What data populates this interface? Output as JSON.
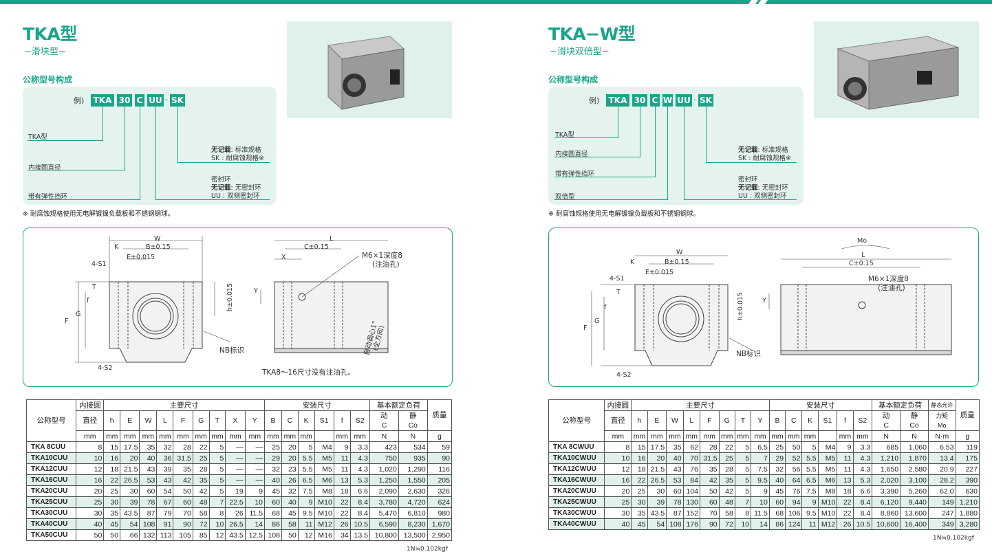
{
  "left": {
    "title": "TKA型",
    "subtitle": "−滑块型−",
    "section": "公称型号构成",
    "example_prefix": "例)",
    "chips": [
      "TKA",
      "30",
      "C",
      "UU",
      "SK"
    ],
    "labels": [
      "TKA型",
      "内接圆直径",
      "带有弹性挡环"
    ],
    "right_notes": {
      "n1a": "无记载",
      "n1b": ": 标准规格",
      "n2": "SK : 耐腐蚀规格※",
      "n3": "密封环",
      "n4a": "无记载",
      "n4b": ": 无密封环",
      "n5": "UU : 双侧密封环"
    },
    "footnote": "※ 耐腐蚀规格使用无电解镀镍负载板和不锈钢钢球。",
    "drawing": {
      "W": "W",
      "B": "B±0.15",
      "K": "K",
      "E": "E±0.015",
      "S1": "4-S1",
      "T": "T",
      "f": "f",
      "F": "F",
      "G": "G",
      "h": "h±0.015",
      "S2": "4-S2",
      "NB": "NB标识",
      "L": "L",
      "C": "C±0.15",
      "X": "X",
      "Y": "Y",
      "oil": "M6×1深度8",
      "oil2": "(注油孔)",
      "align": "自动调心1°",
      "align2": "(全方向)",
      "caption": "TKA8～16尺寸没有注油孔。"
    },
    "table": {
      "h_model": "公称型号",
      "h_bore": "内接圆",
      "h_bore2": "直径",
      "h_main": "主要尺寸",
      "h_mount": "安装尺寸",
      "h_load": "基本额定负荷",
      "h_dyn": "动",
      "h_static": "静",
      "h_mass": "质量",
      "cols_main": [
        "h",
        "E",
        "W",
        "L",
        "F",
        "G",
        "T",
        "X",
        "Y"
      ],
      "cols_mount": [
        "B",
        "C",
        "K",
        "S1",
        "f",
        "S2"
      ],
      "dyn_sym": "C",
      "static_sym": "Co",
      "units": [
        "mm",
        "mm",
        "mm",
        "mm",
        "mm",
        "mm",
        "mm",
        "mm",
        "mm",
        "mm",
        "mm",
        "mm",
        "mm",
        "",
        "mm",
        "mm",
        "N",
        "N",
        "g"
      ],
      "rows": [
        [
          "TKA  8CUU",
          "8",
          "15",
          "17.5",
          "35",
          "32",
          "28",
          "22",
          "5",
          "—",
          "—",
          "25",
          "20",
          "5",
          "M4",
          "9",
          "3.3",
          "423",
          "534",
          "59"
        ],
        [
          "TKA10CUU",
          "10",
          "16",
          "20",
          "40",
          "36",
          "31.5",
          "25",
          "5",
          "—",
          "—",
          "29",
          "20",
          "5.5",
          "M5",
          "11",
          "4.3",
          "750",
          "935",
          "90"
        ],
        [
          "TKA12CUU",
          "12",
          "18",
          "21.5",
          "43",
          "39",
          "35",
          "28",
          "5",
          "—",
          "—",
          "32",
          "23",
          "5.5",
          "M5",
          "11",
          "4.3",
          "1,020",
          "1,290",
          "116"
        ],
        [
          "TKA16CUU",
          "16",
          "22",
          "26.5",
          "53",
          "43",
          "42",
          "35",
          "5",
          "—",
          "—",
          "40",
          "26",
          "6.5",
          "M6",
          "13",
          "5.3",
          "1,250",
          "1,550",
          "205"
        ],
        [
          "TKA20CUU",
          "20",
          "25",
          "30",
          "60",
          "54",
          "50",
          "42",
          "5",
          "19",
          "9",
          "45",
          "32",
          "7.5",
          "M8",
          "18",
          "6.6",
          "2,090",
          "2,630",
          "326"
        ],
        [
          "TKA25CUU",
          "25",
          "30",
          "39",
          "78",
          "67",
          "60",
          "48",
          "7",
          "22.5",
          "10",
          "60",
          "40",
          "9",
          "M10",
          "22",
          "8.4",
          "3,780",
          "4,720",
          "624"
        ],
        [
          "TKA30CUU",
          "30",
          "35",
          "43.5",
          "87",
          "79",
          "70",
          "58",
          "8",
          "26",
          "11.5",
          "68",
          "45",
          "9.5",
          "M10",
          "22",
          "8.4",
          "5,470",
          "6,810",
          "980"
        ],
        [
          "TKA40CUU",
          "40",
          "45",
          "54",
          "108",
          "91",
          "90",
          "72",
          "10",
          "26.5",
          "14",
          "86",
          "58",
          "11",
          "M12",
          "26",
          "10.5",
          "6,590",
          "8,230",
          "1,670"
        ],
        [
          "TKA50CUU",
          "50",
          "50",
          "66",
          "132",
          "113",
          "105",
          "85",
          "12",
          "43.5",
          "12.5",
          "108",
          "50",
          "12",
          "M16",
          "34",
          "13.5",
          "10,800",
          "13,500",
          "2,950"
        ]
      ],
      "conv": "1N≒0.102kgf"
    }
  },
  "right": {
    "title": "TKA−W型",
    "subtitle": "−滑块双倍型−",
    "section": "公称型号构成",
    "example_prefix": "例)",
    "chips": [
      "TKA",
      "30",
      "C",
      "W",
      "UU",
      "SK"
    ],
    "labels": [
      "TKA型",
      "内接圆直径",
      "带有弹性挡环",
      "双倍型"
    ],
    "right_notes": {
      "n1a": "无记载",
      "n1b": ": 标准规格",
      "n2": "SK : 耐腐蚀规格※",
      "n3": "密封环",
      "n4a": "无记载",
      "n4b": ": 无密封环",
      "n5": "UU : 双侧密封环"
    },
    "footnote": "※ 耐腐蚀规格使用无电解镀镍负载板和不锈钢钢球。",
    "drawing": {
      "W": "W",
      "B": "B±0.15",
      "K": "K",
      "E": "E±0.015",
      "S1": "4-S1",
      "T": "T",
      "f": "f",
      "F": "F",
      "G": "G",
      "h": "h±0.015",
      "S2": "4-S2",
      "NB": "NB标识",
      "L": "L",
      "C": "C±0.15",
      "Y": "Y",
      "Mo": "Mo",
      "oil": "M6×1深度8",
      "oil2": "(注油孔)"
    },
    "table": {
      "h_model": "公称型号",
      "h_bore": "内接圆",
      "h_bore2": "直径",
      "h_main": "主要尺寸",
      "h_mount": "安装尺寸",
      "h_load": "基本额定负荷",
      "h_dyn": "动",
      "h_static": "静",
      "h_moment": "静态允许",
      "h_moment2": "力矩",
      "h_moment3": "Mo",
      "h_mass": "质量",
      "cols_main": [
        "h",
        "E",
        "W",
        "L",
        "F",
        "G",
        "T",
        "Y"
      ],
      "cols_mount": [
        "B",
        "C",
        "K",
        "S1",
        "f",
        "S2"
      ],
      "dyn_sym": "C",
      "static_sym": "Co",
      "units": [
        "mm",
        "mm",
        "mm",
        "mm",
        "mm",
        "mm",
        "mm",
        "mm",
        "mm",
        "mm",
        "mm",
        "mm",
        "",
        "mm",
        "mm",
        "N",
        "N",
        "N·m",
        "g"
      ],
      "rows": [
        [
          "TKA  8CWUU",
          "8",
          "15",
          "17.5",
          "35",
          "62",
          "28",
          "22",
          "5",
          "6.5",
          "25",
          "50",
          "5",
          "M4",
          "9",
          "3.3",
          "685",
          "1,060",
          "6.53",
          "119"
        ],
        [
          "TKA10CWUU",
          "10",
          "16",
          "20",
          "40",
          "70",
          "31.5",
          "25",
          "5",
          "7",
          "29",
          "52",
          "5.5",
          "M5",
          "11",
          "4.3",
          "1,210",
          "1,870",
          "13.4",
          "175"
        ],
        [
          "TKA12CWUU",
          "12",
          "18",
          "21.5",
          "43",
          "76",
          "35",
          "28",
          "5",
          "7.5",
          "32",
          "56",
          "5.5",
          "M5",
          "11",
          "4.3",
          "1,650",
          "2,580",
          "20.9",
          "227"
        ],
        [
          "TKA16CWUU",
          "16",
          "22",
          "26.5",
          "53",
          "84",
          "42",
          "35",
          "5",
          "9.5",
          "40",
          "64",
          "6.5",
          "M6",
          "13",
          "5.3",
          "2,020",
          "3,100",
          "28.2",
          "390"
        ],
        [
          "TKA20CWUU",
          "20",
          "25",
          "30",
          "60",
          "104",
          "50",
          "42",
          "5",
          "9",
          "45",
          "76",
          "7.5",
          "M8",
          "18",
          "6.6",
          "3,390",
          "5,260",
          "62.0",
          "630"
        ],
        [
          "TKA25CWUU",
          "25",
          "30",
          "39",
          "78",
          "130",
          "60",
          "48",
          "7",
          "10",
          "60",
          "94",
          "9",
          "M10",
          "22",
          "8.4",
          "6,120",
          "9,440",
          "149",
          "1,210"
        ],
        [
          "TKA30CWUU",
          "30",
          "35",
          "43.5",
          "87",
          "152",
          "70",
          "58",
          "8",
          "11.5",
          "68",
          "106",
          "9.5",
          "M10",
          "22",
          "8.4",
          "8,860",
          "13,600",
          "247",
          "1,880"
        ],
        [
          "TKA40CWUU",
          "40",
          "45",
          "54",
          "108",
          "176",
          "90",
          "72",
          "10",
          "14",
          "86",
          "124",
          "11",
          "M12",
          "26",
          "10.5",
          "10,600",
          "16,400",
          "349",
          "3,280"
        ]
      ],
      "conv": "1N≒0.102kgf"
    }
  }
}
